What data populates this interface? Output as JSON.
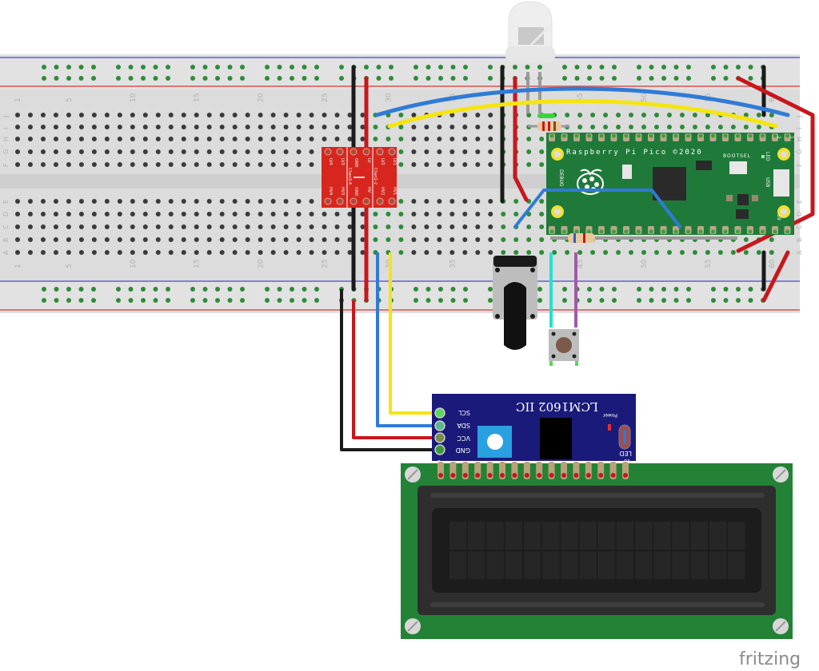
{
  "diagram": {
    "type": "breadboard-wiring",
    "watermark": "fritzing",
    "breadboard": {
      "columns": 60,
      "row_labels_top": [
        "J",
        "I",
        "H",
        "G",
        "F"
      ],
      "row_labels_bottom": [
        "E",
        "D",
        "C",
        "B",
        "A"
      ],
      "column_number_labels": [
        "1",
        "5",
        "10",
        "15",
        "20",
        "25",
        "30",
        "35",
        "40",
        "45",
        "50",
        "55",
        "60"
      ],
      "colors": {
        "body": "#dcdcdc",
        "hole": "#3a3a3a",
        "hole_connected": "#2e8b3a",
        "rail_red": "#d9534f",
        "rail_blue": "#5b5bd6"
      }
    },
    "pico": {
      "title": "Raspberry Pi Pico ©2020",
      "bootsel_label": "BOOTSEL",
      "led_label": "LED",
      "usb_label": "USB",
      "debug_label": "DEBUG",
      "pin1_label": "1",
      "pin2_label": "2",
      "pin39_label": "39",
      "color": "#1f7a3a"
    },
    "level_shifter": {
      "top_labels": [
        "LV4",
        "LV3",
        "GND",
        "LV",
        "LV2",
        "LV1"
      ],
      "bottom_labels": [
        "HV4",
        "HV3",
        "GND",
        "HV",
        "HV2",
        "HV1"
      ],
      "channel_left": "Chan3-4",
      "channel_right": "Chan1-2",
      "color": "#d7261e"
    },
    "i2c_backpack": {
      "title": "LCM1602 IIC",
      "pins": [
        "SCL",
        "SDA",
        "VCC",
        "GND"
      ],
      "power_label": "Power",
      "led_label": "LED",
      "pin16_label": "16",
      "pin1_label": "1",
      "color": "#1a1a7a"
    },
    "lcd": {
      "model": "16x2 LCD",
      "rows": 2,
      "cols": 16,
      "pcb_color": "#238236"
    },
    "components": [
      "LED (clear 5mm)",
      "Resistor",
      "Resistor",
      "Potentiometer",
      "Pushbutton"
    ],
    "wires": [
      {
        "name": "gnd-rail-left",
        "color": "#1a1a1a"
      },
      {
        "name": "vcc-rail-left",
        "color": "#c8161d"
      },
      {
        "name": "sda-blue",
        "color": "#2f7bd6"
      },
      {
        "name": "scl-yellow",
        "color": "#f5e50f"
      },
      {
        "name": "button-cyan",
        "color": "#26e0d0"
      },
      {
        "name": "button-purple",
        "color": "#a05aaa"
      }
    ]
  }
}
